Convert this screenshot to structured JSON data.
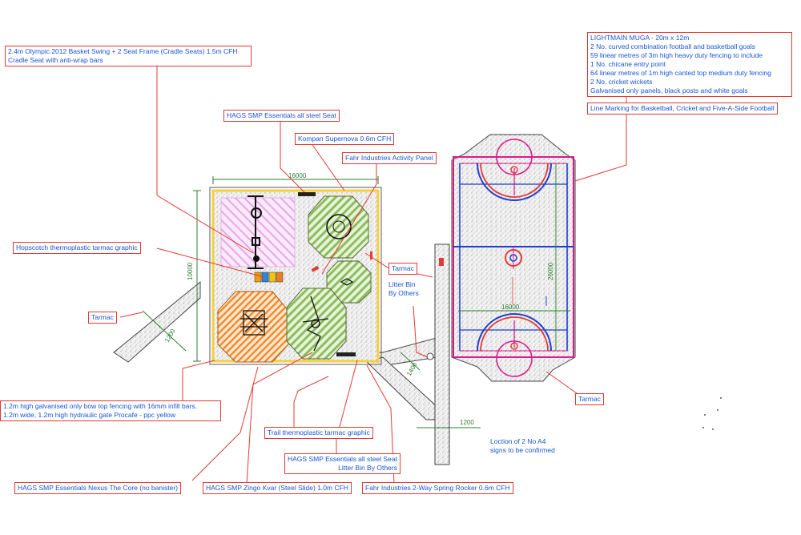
{
  "colors": {
    "label_border": "#e53935",
    "label_text": "#1a56d6",
    "leader": "#e53935",
    "play_area_border": "#f4d03f",
    "dimension": "#2e7d32",
    "muga_fence": "#d81b8c",
    "muga_line_blue": "#1f3fcf",
    "muga_line_red": "#e53935",
    "surface_stipple": "#bdbdbd",
    "grass_hatch": "#7cb342",
    "orange_hatch": "#ef6c00",
    "pink_hatch": "#e9a0e9"
  },
  "labels": {
    "basket_swing": "2.4m Olympic 2012 Basket Swing + 2 Seat Frame (Cradle Seats) 1.5m CFH\nCradle Seat with anti-wrap bars",
    "hags_seat_top": "HAGS SMP Essentials all steel Seat",
    "kompan": "Kompan Supernova 0.6m CFH",
    "fahr_panel": "Fahr Industries Activity Panel",
    "hopscotch": "Hopscotch thermoplastic tarmac graphic",
    "tarmac_left": "Tarmac",
    "tarmac_mid": "Tarmac",
    "litter_bin": "Litter Bin\nBy Others",
    "fencing": "1.2m high galvanised only bow top fencing with 16mm infill bars.\n1.2m wide, 1.2m high hydraulic gate Procafe - ppc yellow",
    "trail": "Trail thermoplastic tarmac graphic",
    "hags_seat_bottom": "HAGS SMP Essentials all steel Seat\nLitter Bin By Others",
    "nexus": "HAGS SMP Essentials Nexus The Core (no banister)",
    "zingo": "HAGS SMP Zingo Kvar (Steel Slide) 1.0m CFH",
    "rocker": "Fahr Industries 2-Way Spring Rocker 0.6m CFH",
    "muga_spec": "LIGHTMAIN MUGA - 20m x 12m\n2 No. curved combination football and basketball goals\n59 linear metres of 3m high heavy duty fencing to include\n1 No. chicane entry point\n64 linear metres of 1m high canted top medium duty fencing\n2 No. cricket wickets\nGalvanised only panels, black posts and white goals",
    "line_marking": "Line Marking for Basketball, Cricket and Five-A-Side Football",
    "tarmac_right": "Tarmac",
    "signs_note": "Loction of 2 No A4\nsigns to be confirmed"
  },
  "dimensions": {
    "play_width": "16000",
    "play_depth": "10000",
    "path_left": "1200",
    "path_mid": "1400",
    "path_bottom": "1200",
    "muga_width": "16000",
    "muga_length": "26000"
  }
}
